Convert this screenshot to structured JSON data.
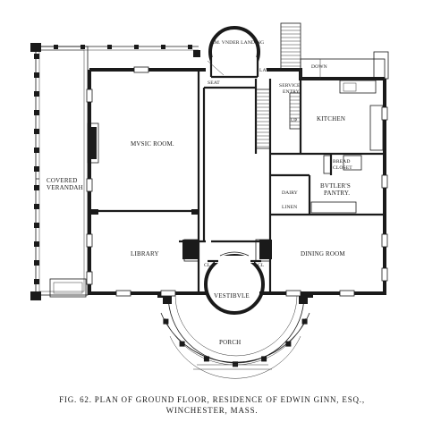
{
  "caption": {
    "line1": "FIG. 62.  PLAN OF GROUND FLOOR, RESIDENCE OF EDWIN GINN, ESQ.,",
    "line2": "WINCHESTER, MASS."
  },
  "rooms": {
    "rm_under_landing": "RM. VNDER LANDING",
    "seat": "SEAT",
    "lav": "LAV",
    "service_entry_1": "SERVICE",
    "service_entry_2": "ENTRY",
    "kitchen": "KITCHEN",
    "music_room": "MVSIC ROOM.",
    "bread_closet_1": "BREAD",
    "bread_closet_2": "CLOSET",
    "butlers_pantry_1": "BVTLER'S",
    "butlers_pantry_2": "PANTRY.",
    "covered_verandah_1": "COVERED",
    "covered_verandah_2": "VERANDAH",
    "linen": "LINEN",
    "dairy": "DAIRY",
    "library": "LIBRARY",
    "dining_room": "DINING ROOM",
    "cl_left": "CL",
    "cl_right": "CL",
    "vestibule": "VESTIBVLE",
    "porch": "PORCH",
    "down": "DOWN",
    "up": "UP"
  }
}
